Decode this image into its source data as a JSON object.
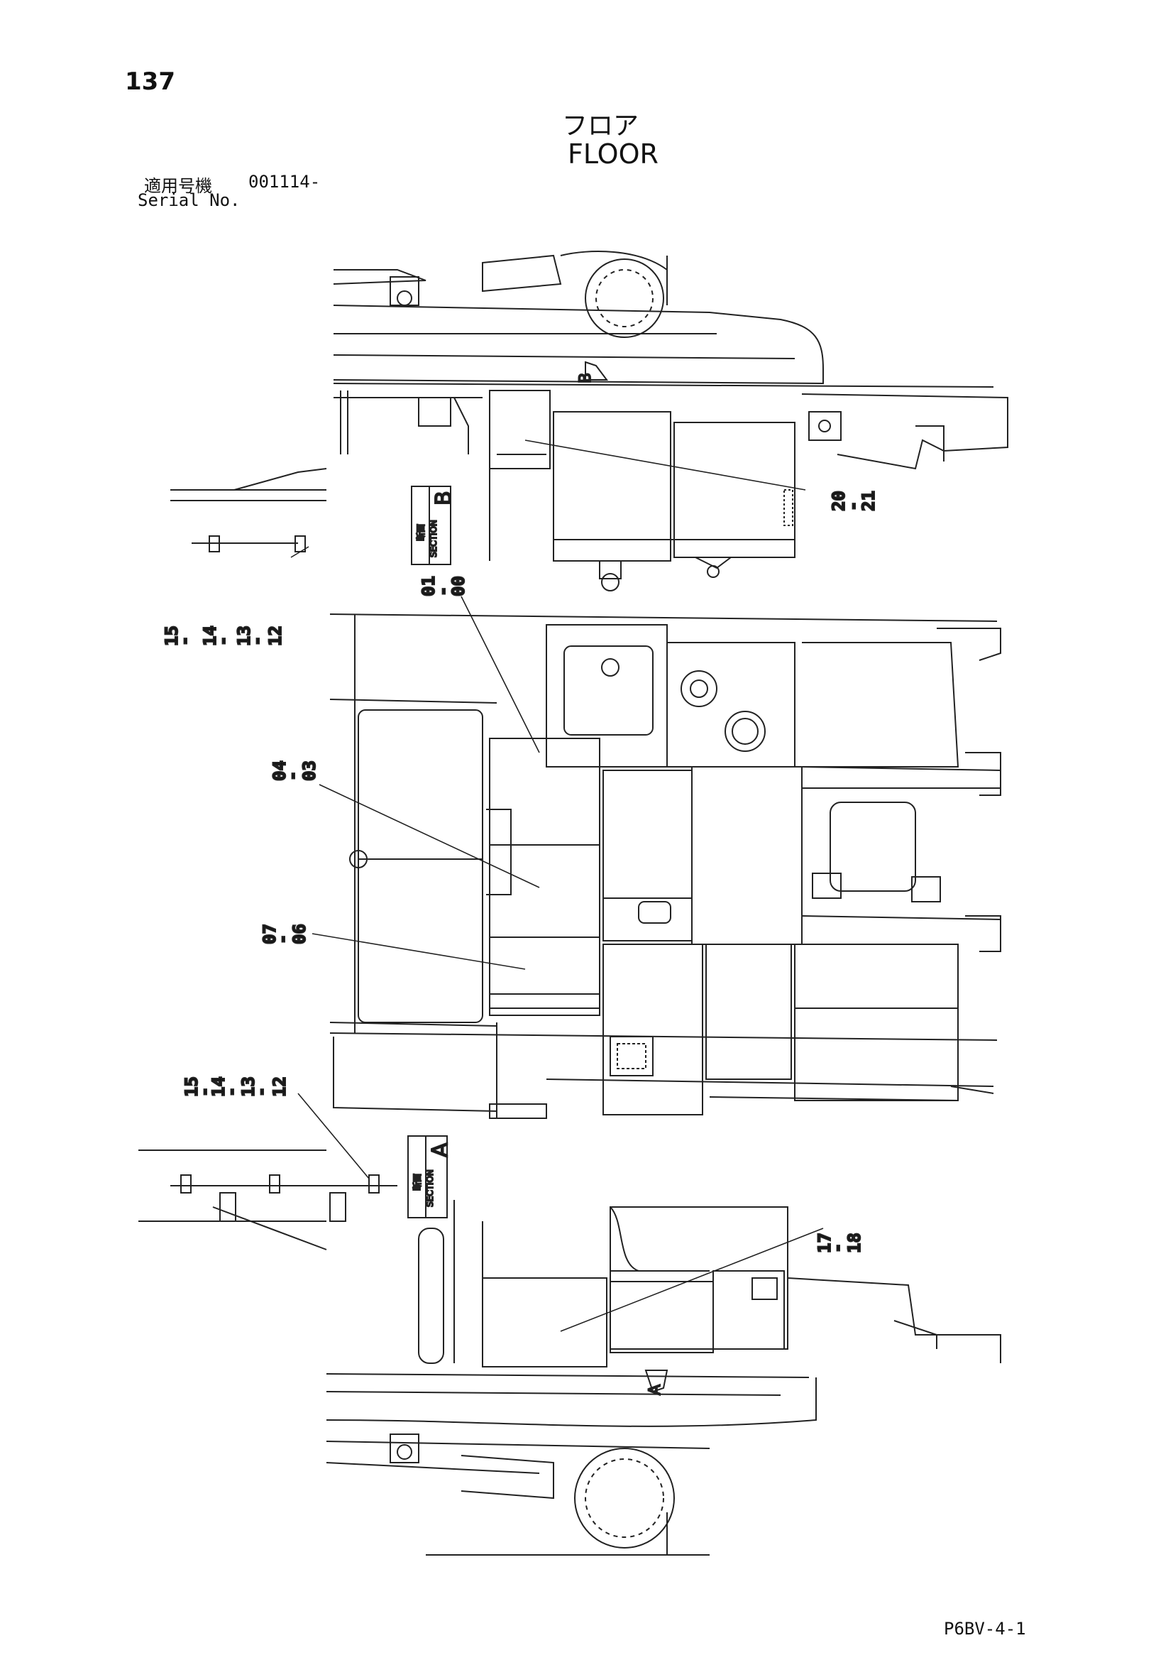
{
  "page_number": "137",
  "title_ja": "フロア",
  "title_en": "FLOOR",
  "serial_label_ja": "適用号機",
  "serial_value": "001114-",
  "serial_label_en": "Serial No.",
  "doc_code": "P6BV-4-1",
  "sections": [
    {
      "id": "B",
      "ja": "断面",
      "en": "SECTION"
    },
    {
      "id": "A",
      "ja": "断面",
      "en": "SECTION"
    }
  ],
  "callouts": {
    "c20_21": [
      "20",
      "21"
    ],
    "c01_00": [
      "01",
      "00"
    ],
    "c15_12_top": [
      "15",
      "14",
      "13",
      "12"
    ],
    "c04_03": [
      "04",
      "03"
    ],
    "c07_06": [
      "07",
      "06"
    ],
    "c15_12_bottom": [
      "15",
      "14",
      "13",
      "12"
    ],
    "c17_18": [
      "17",
      "18"
    ]
  },
  "view_markers": {
    "top": "B",
    "bottom": "A"
  }
}
